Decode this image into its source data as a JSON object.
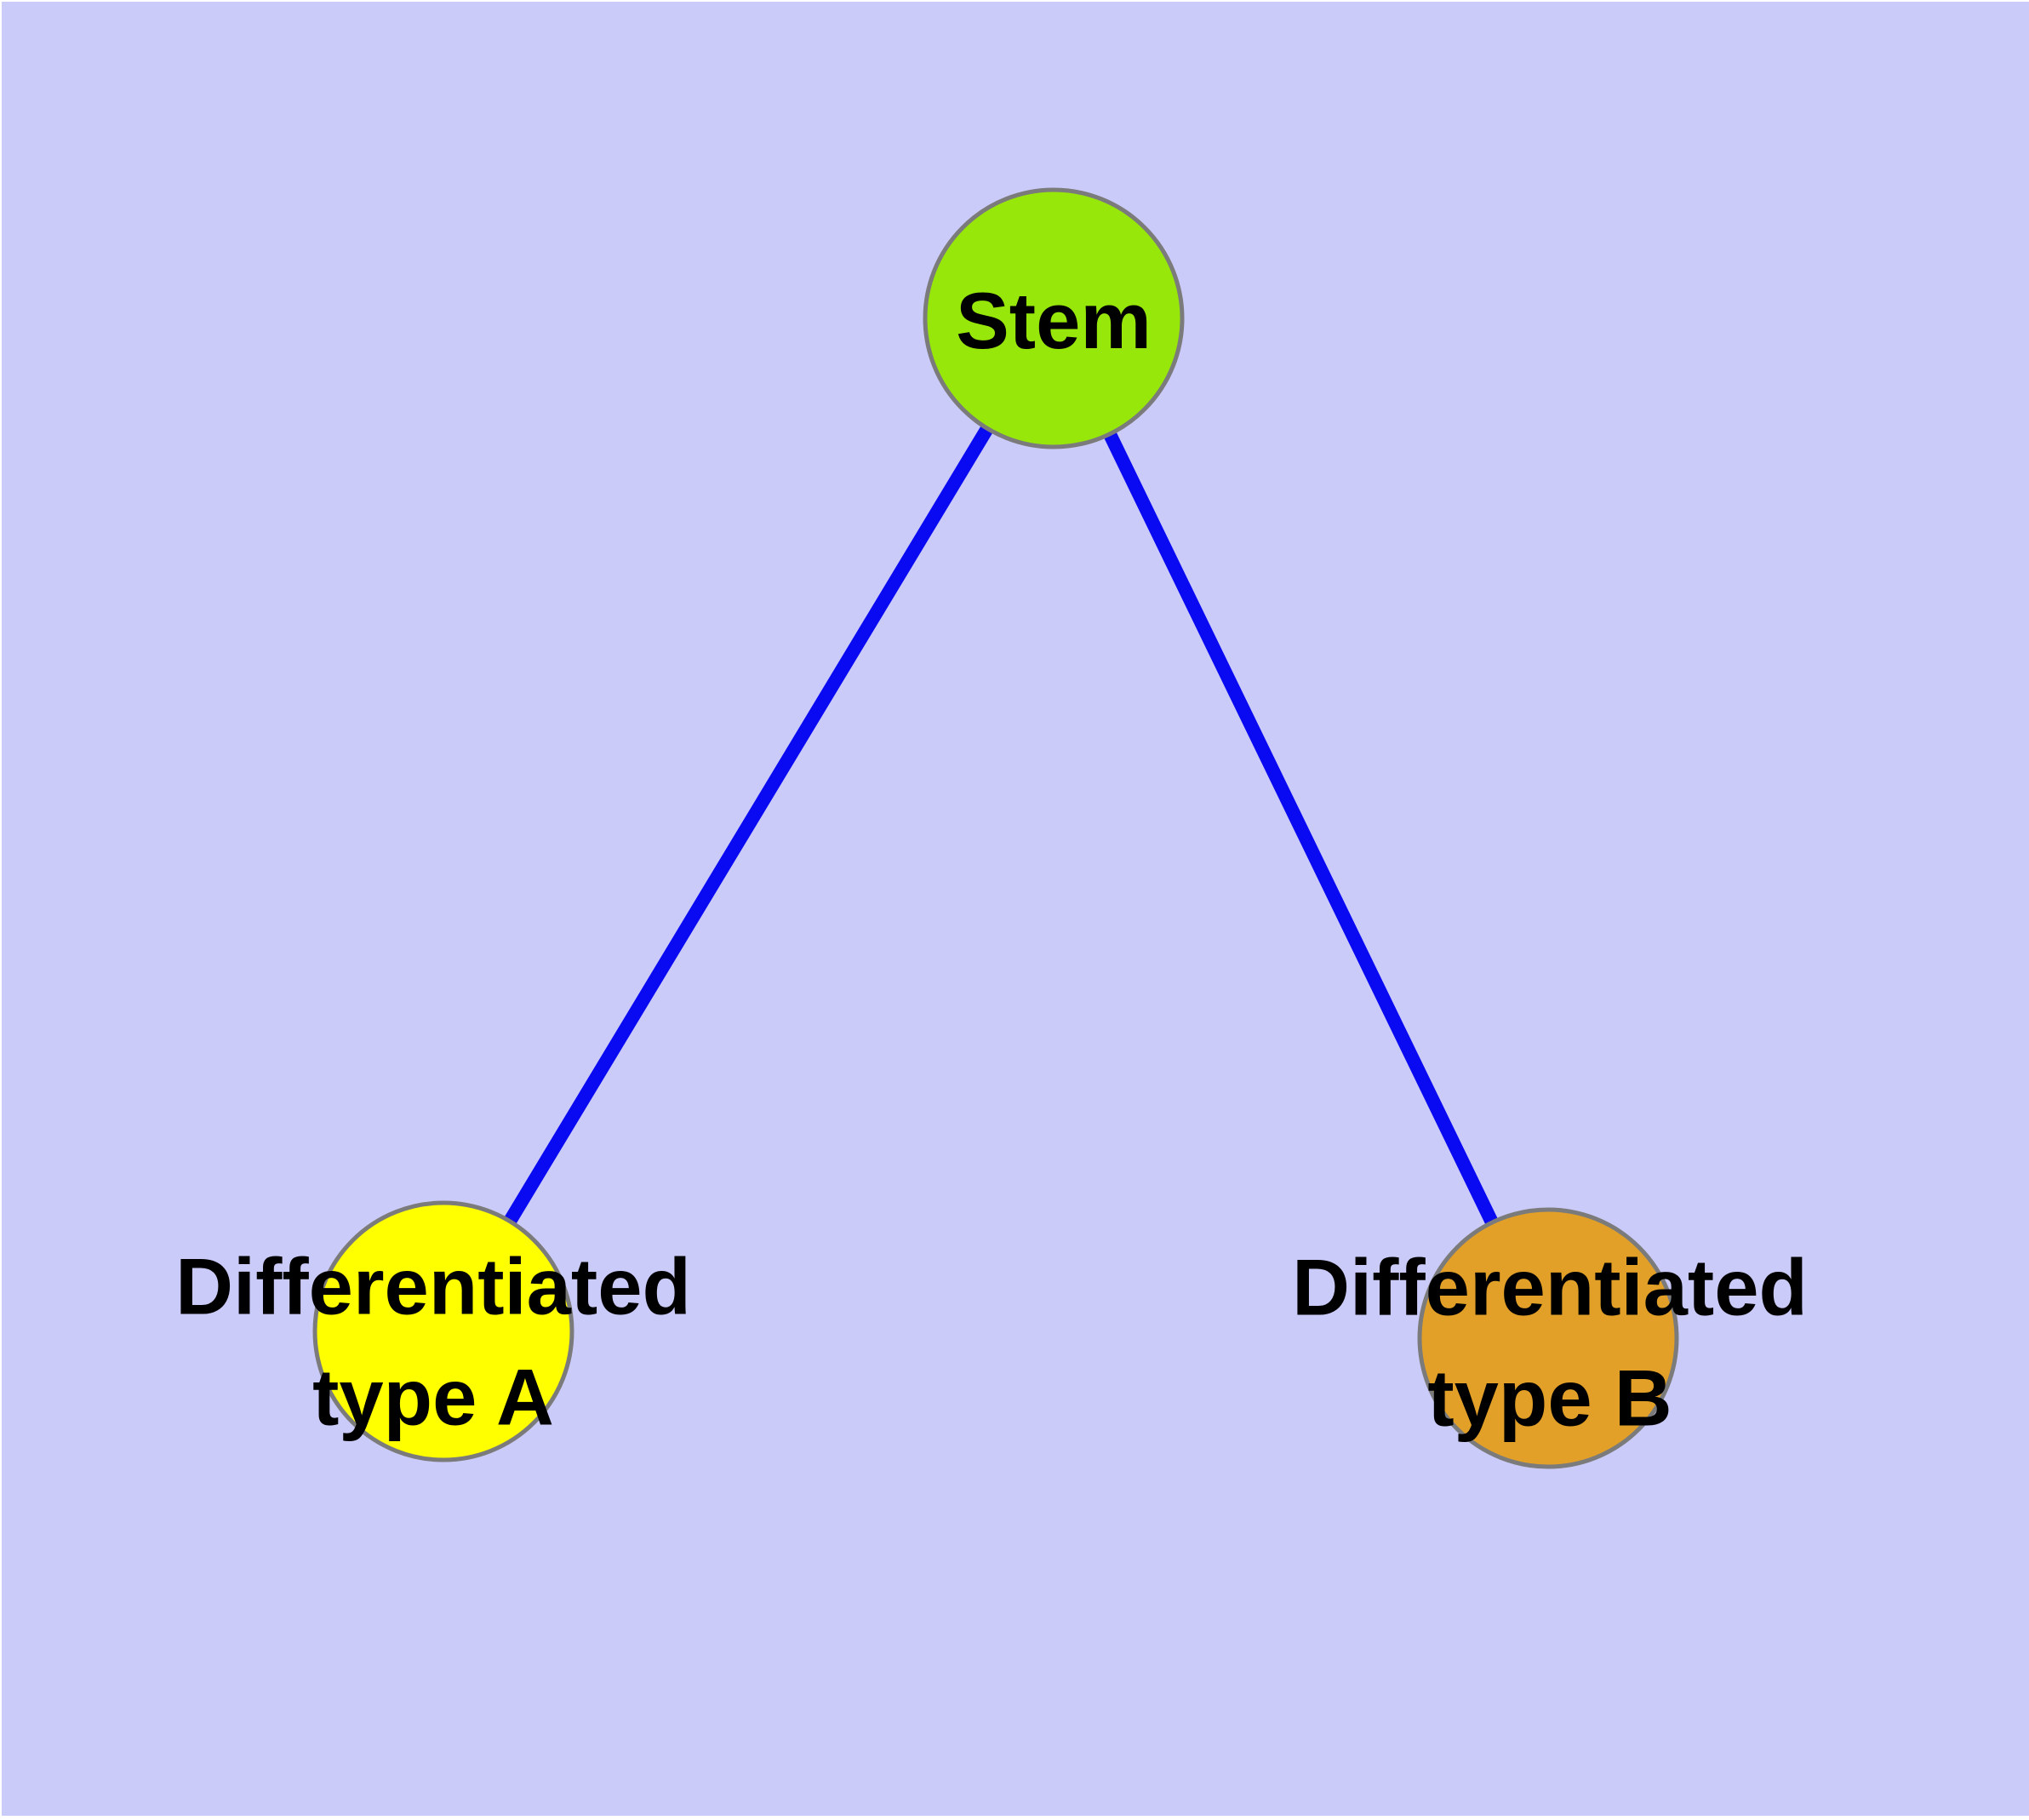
{
  "diagram": {
    "type": "graph",
    "background_color": "#CBCBFA",
    "frame_color": "#FFFFFF",
    "edge_color": "#0909F2",
    "node_border_color": "#7B7B7B",
    "label_color": "#000000",
    "nodes": [
      {
        "id": "stem",
        "label": "Stem",
        "color": "#97E70B"
      },
      {
        "id": "type-a",
        "label": "Differentiated\ntype A",
        "color": "#FFFF00"
      },
      {
        "id": "type-b",
        "label": "Differentiated\ntype B",
        "color": "#E2A028"
      }
    ],
    "edges": [
      {
        "from": "Stem",
        "to": "Differentiated type A"
      },
      {
        "from": "Stem",
        "to": "Differentiated type B"
      }
    ]
  }
}
